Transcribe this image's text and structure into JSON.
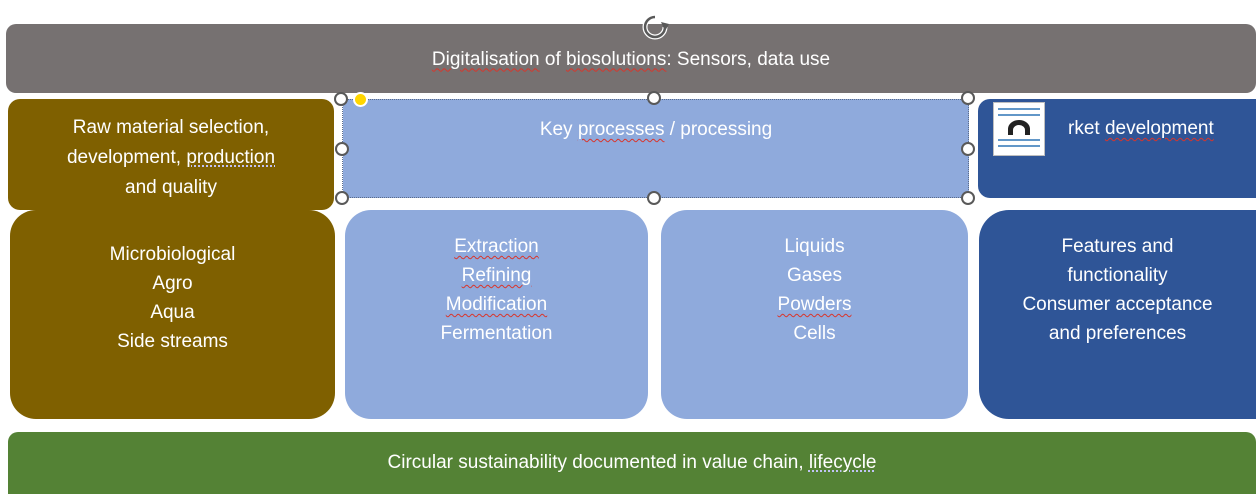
{
  "top_bar": {
    "text_parts": [
      "Digitalisation",
      " of ",
      "biosolutions",
      ": Sensors, data use"
    ]
  },
  "headers": {
    "raw_material": {
      "lines": [
        "Raw material selection,",
        "development, ",
        "production",
        "and quality"
      ]
    },
    "key_processes": {
      "parts": [
        "Key ",
        "processes",
        " / processing"
      ]
    },
    "market": {
      "parts": [
        "rket ",
        "development"
      ]
    }
  },
  "cards": {
    "sources": [
      "Microbiological",
      "Agro",
      "Aqua",
      "Side streams"
    ],
    "processes": [
      "Extraction",
      "Refining",
      "Modification",
      "Fermentation"
    ],
    "forms": [
      "Liquids",
      "Gases",
      "Powders",
      "Cells"
    ],
    "market": [
      "Features and",
      "functionality",
      "Consumer acceptance",
      "and preferences"
    ]
  },
  "bottom_bar": {
    "parts": [
      "Circular sustainability documented in value chain, ",
      "lifecycle"
    ]
  },
  "colors": {
    "gray": "#767171",
    "olive": "#7f6000",
    "light_blue": "#8faadc",
    "dark_blue": "#2f5597",
    "green": "#548235",
    "spellcheck": "#d9352b"
  },
  "icons": [
    "rotate-handle-icon",
    "text-box-icon"
  ]
}
